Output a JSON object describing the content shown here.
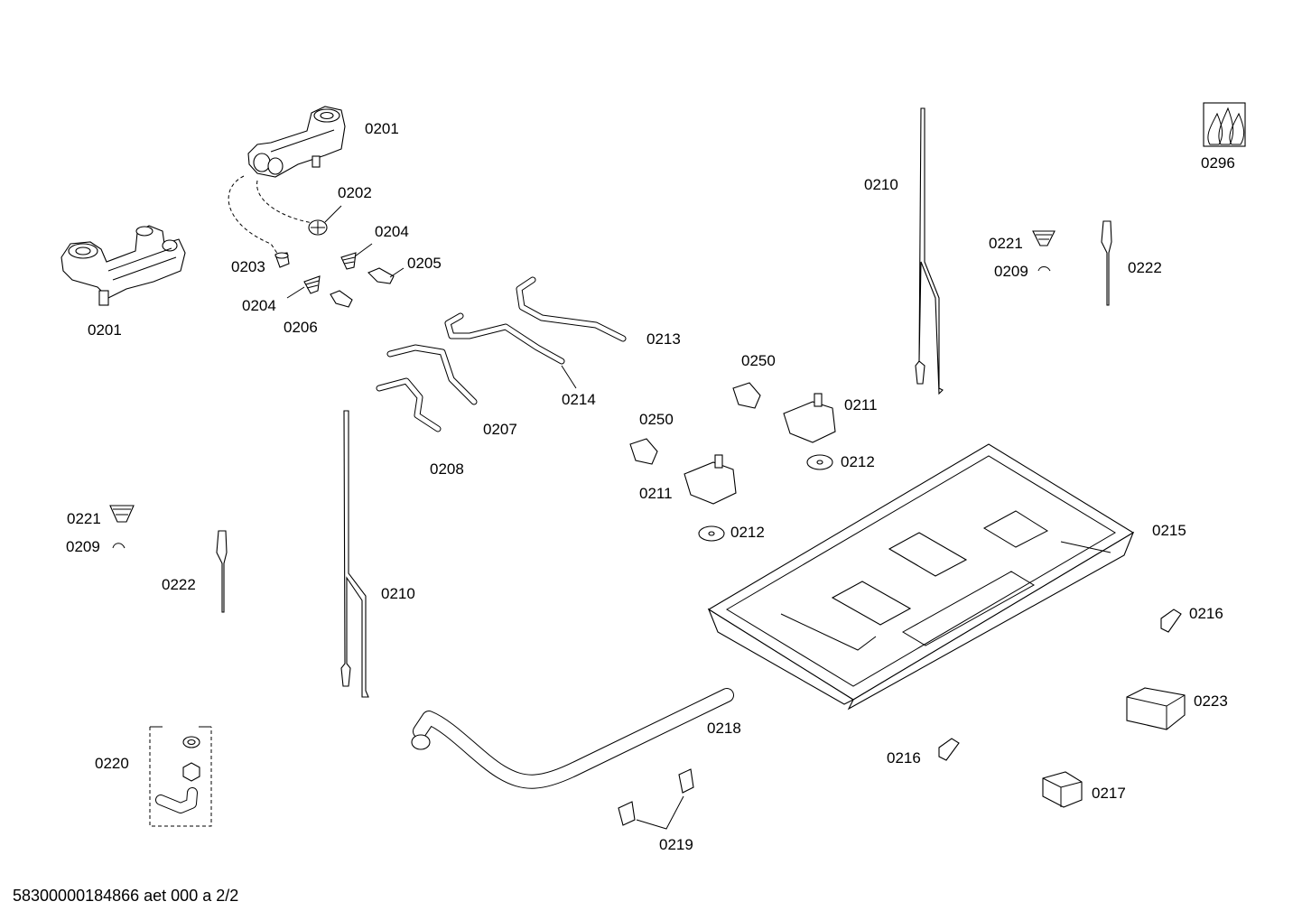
{
  "diagram": {
    "labels": {
      "p0201a": "0201",
      "p0201b": "0201",
      "p0202": "0202",
      "p0203": "0203",
      "p0204a": "0204",
      "p0204b": "0204",
      "p0205": "0205",
      "p0206": "0206",
      "p0207": "0207",
      "p0208": "0208",
      "p0209a": "0209",
      "p0209b": "0209",
      "p0210a": "0210",
      "p0210b": "0210",
      "p0211a": "0211",
      "p0211b": "0211",
      "p0212a": "0212",
      "p0212b": "0212",
      "p0213": "0213",
      "p0214": "0214",
      "p0215": "0215",
      "p0216a": "0216",
      "p0216b": "0216",
      "p0217": "0217",
      "p0218": "0218",
      "p0219": "0219",
      "p0220": "0220",
      "p0221a": "0221",
      "p0221b": "0221",
      "p0222a": "0222",
      "p0222b": "0222",
      "p0223": "0223",
      "p0250a": "0250",
      "p0250b": "0250",
      "p0296": "0296"
    },
    "footer": "58300000184866 aet 000 a 2/2"
  }
}
